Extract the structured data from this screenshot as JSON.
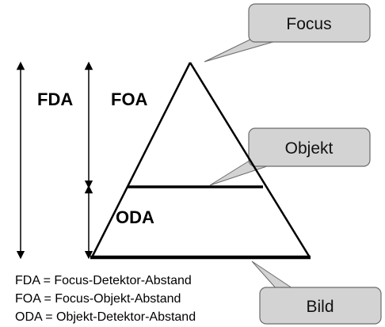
{
  "labels": {
    "fda": "FDA",
    "foa": "FOA",
    "oda": "ODA"
  },
  "callouts": {
    "focus": "Focus",
    "objekt": "Objekt",
    "bild": "Bild"
  },
  "legend": [
    "FDA = Focus-Detektor-Abstand",
    "FOA = Focus-Objekt-Abstand",
    "ODA = Objekt-Detektor-Abstand"
  ],
  "colors": {
    "callout_fill": "#d3d3d3",
    "callout_stroke": "#6b6b6b",
    "line": "#000000"
  }
}
